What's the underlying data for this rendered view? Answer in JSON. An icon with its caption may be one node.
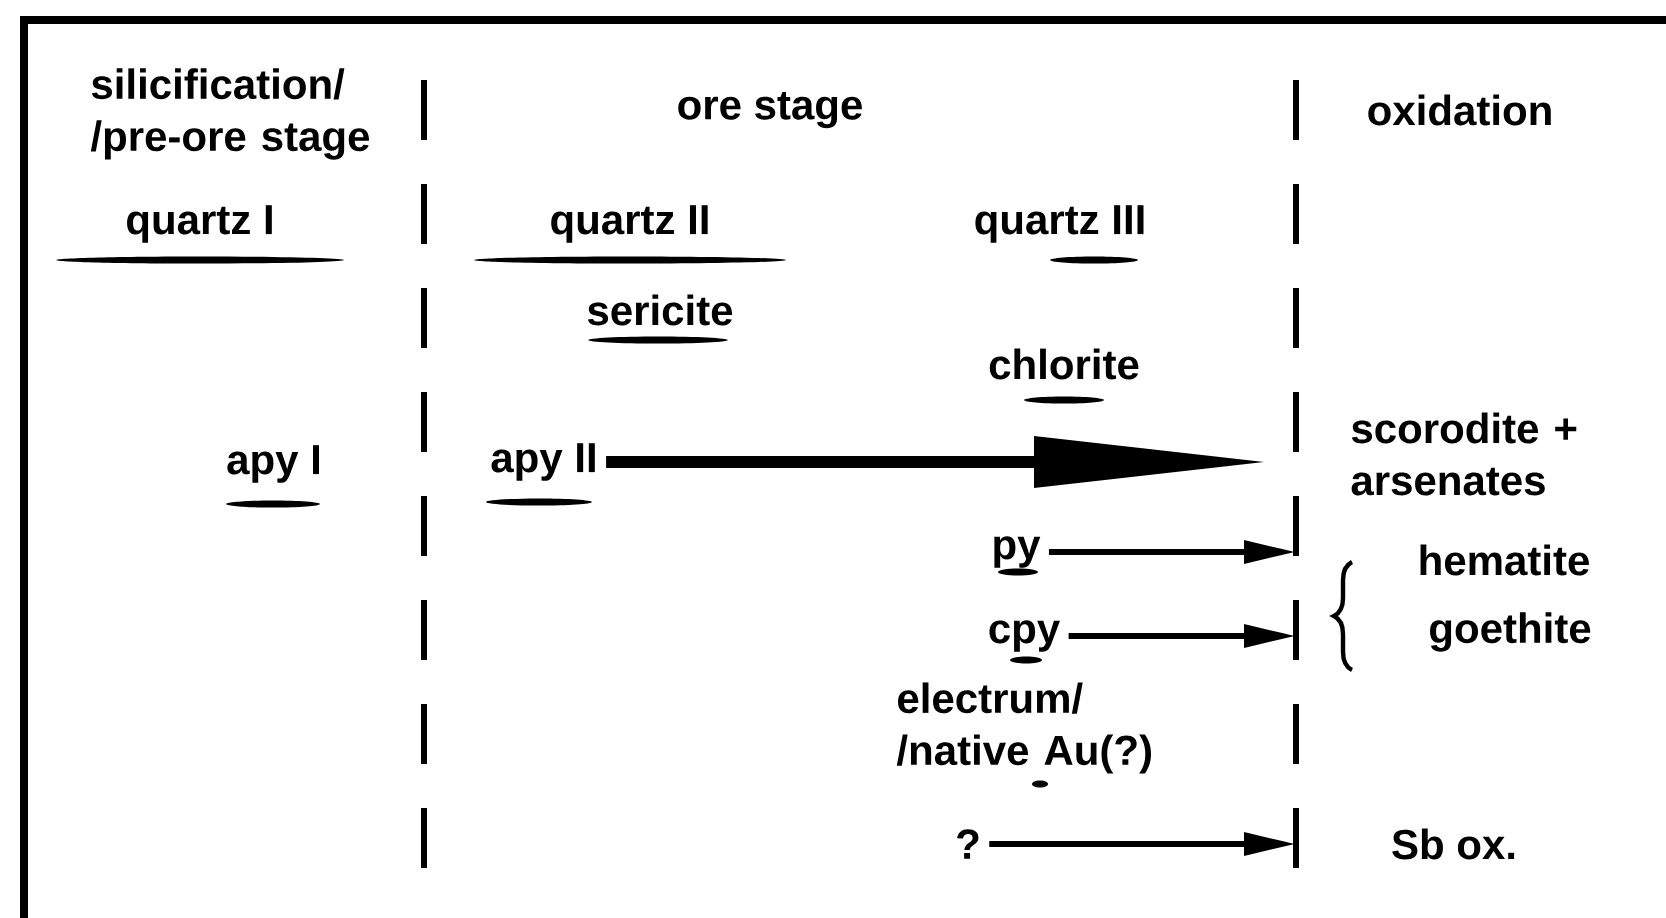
{
  "diagram": {
    "nodes": [
      {
        "text": [
          "apy II"
        ]
      },
      {
        "text": [
          "py"
        ]
      },
      {
        "text": [
          "cpy"
        ]
      },
      {
        "text": [
          "?"
        ]
      }
    ],
    "edges": [
      {
        "from": 0,
        "to": null,
        "arrow": "to",
        "style": "thick"
      },
      {
        "from": 1,
        "to": null,
        "arrow": "to"
      },
      {
        "from": 2,
        "to": null,
        "arrow": "to"
      },
      {
        "from": 3,
        "to": null,
        "arrow": "to"
      }
    ],
    "labels": [
      "silicification/ /pre-ore stage",
      "ore stage",
      "oxidation",
      "quartz I",
      "quartz II",
      "quartz III",
      "sericite",
      "chlorite",
      "apy I",
      "scorodite + arsenates",
      "hematite",
      "goethite",
      "electrum/ /native Au(?)",
      "Sb ox."
    ]
  }
}
